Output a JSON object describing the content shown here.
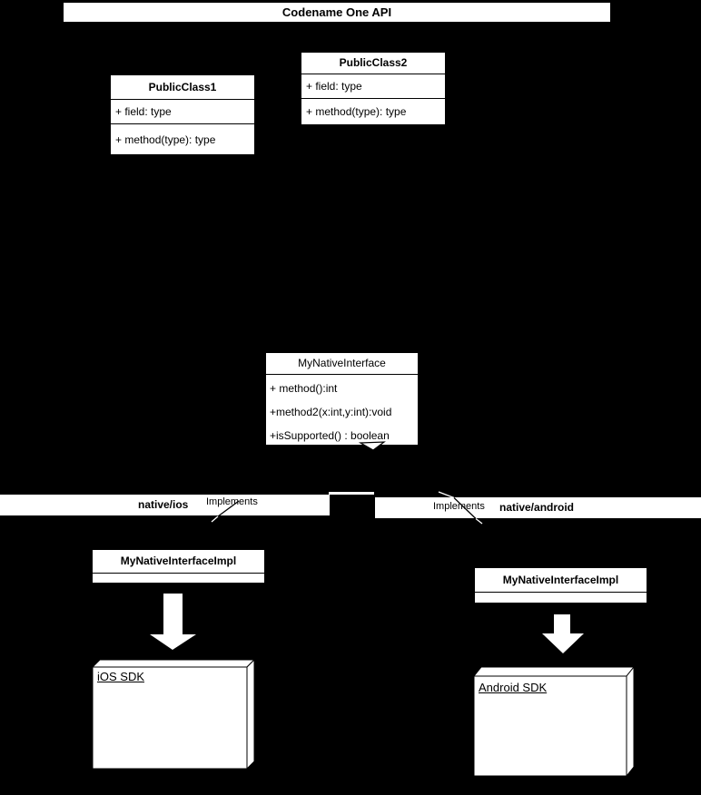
{
  "header": {
    "title": "Codename One API"
  },
  "classes": {
    "public_class_1": {
      "title": "PublicClass1",
      "rows": [
        "+ field: type",
        "+ method(type): type"
      ]
    },
    "public_class_2": {
      "title": "PublicClass2",
      "rows": [
        "+ field: type",
        "+ method(type): type"
      ]
    },
    "native_interface": {
      "title": "MyNativeInterface",
      "methods": [
        "+ method():int",
        "+method2(x:int,y:int):void",
        "+isSupported() : boolean"
      ]
    }
  },
  "packages": {
    "ios": {
      "label": "native/ios",
      "annotation": "Implements"
    },
    "android": {
      "label": "native/android",
      "annotation": "Implements"
    }
  },
  "implementations": {
    "ios": {
      "title": "MyNativeInterfaceImpl"
    },
    "android": {
      "title": "MyNativeInterfaceImpl"
    }
  },
  "nodes": {
    "ios_sdk": {
      "label": "iOS SDK"
    },
    "android_sdk": {
      "label": "Android SDK"
    }
  },
  "colors": {
    "background": "#000000",
    "surface": "#ffffff",
    "line": "#000000",
    "text": "#000000"
  }
}
